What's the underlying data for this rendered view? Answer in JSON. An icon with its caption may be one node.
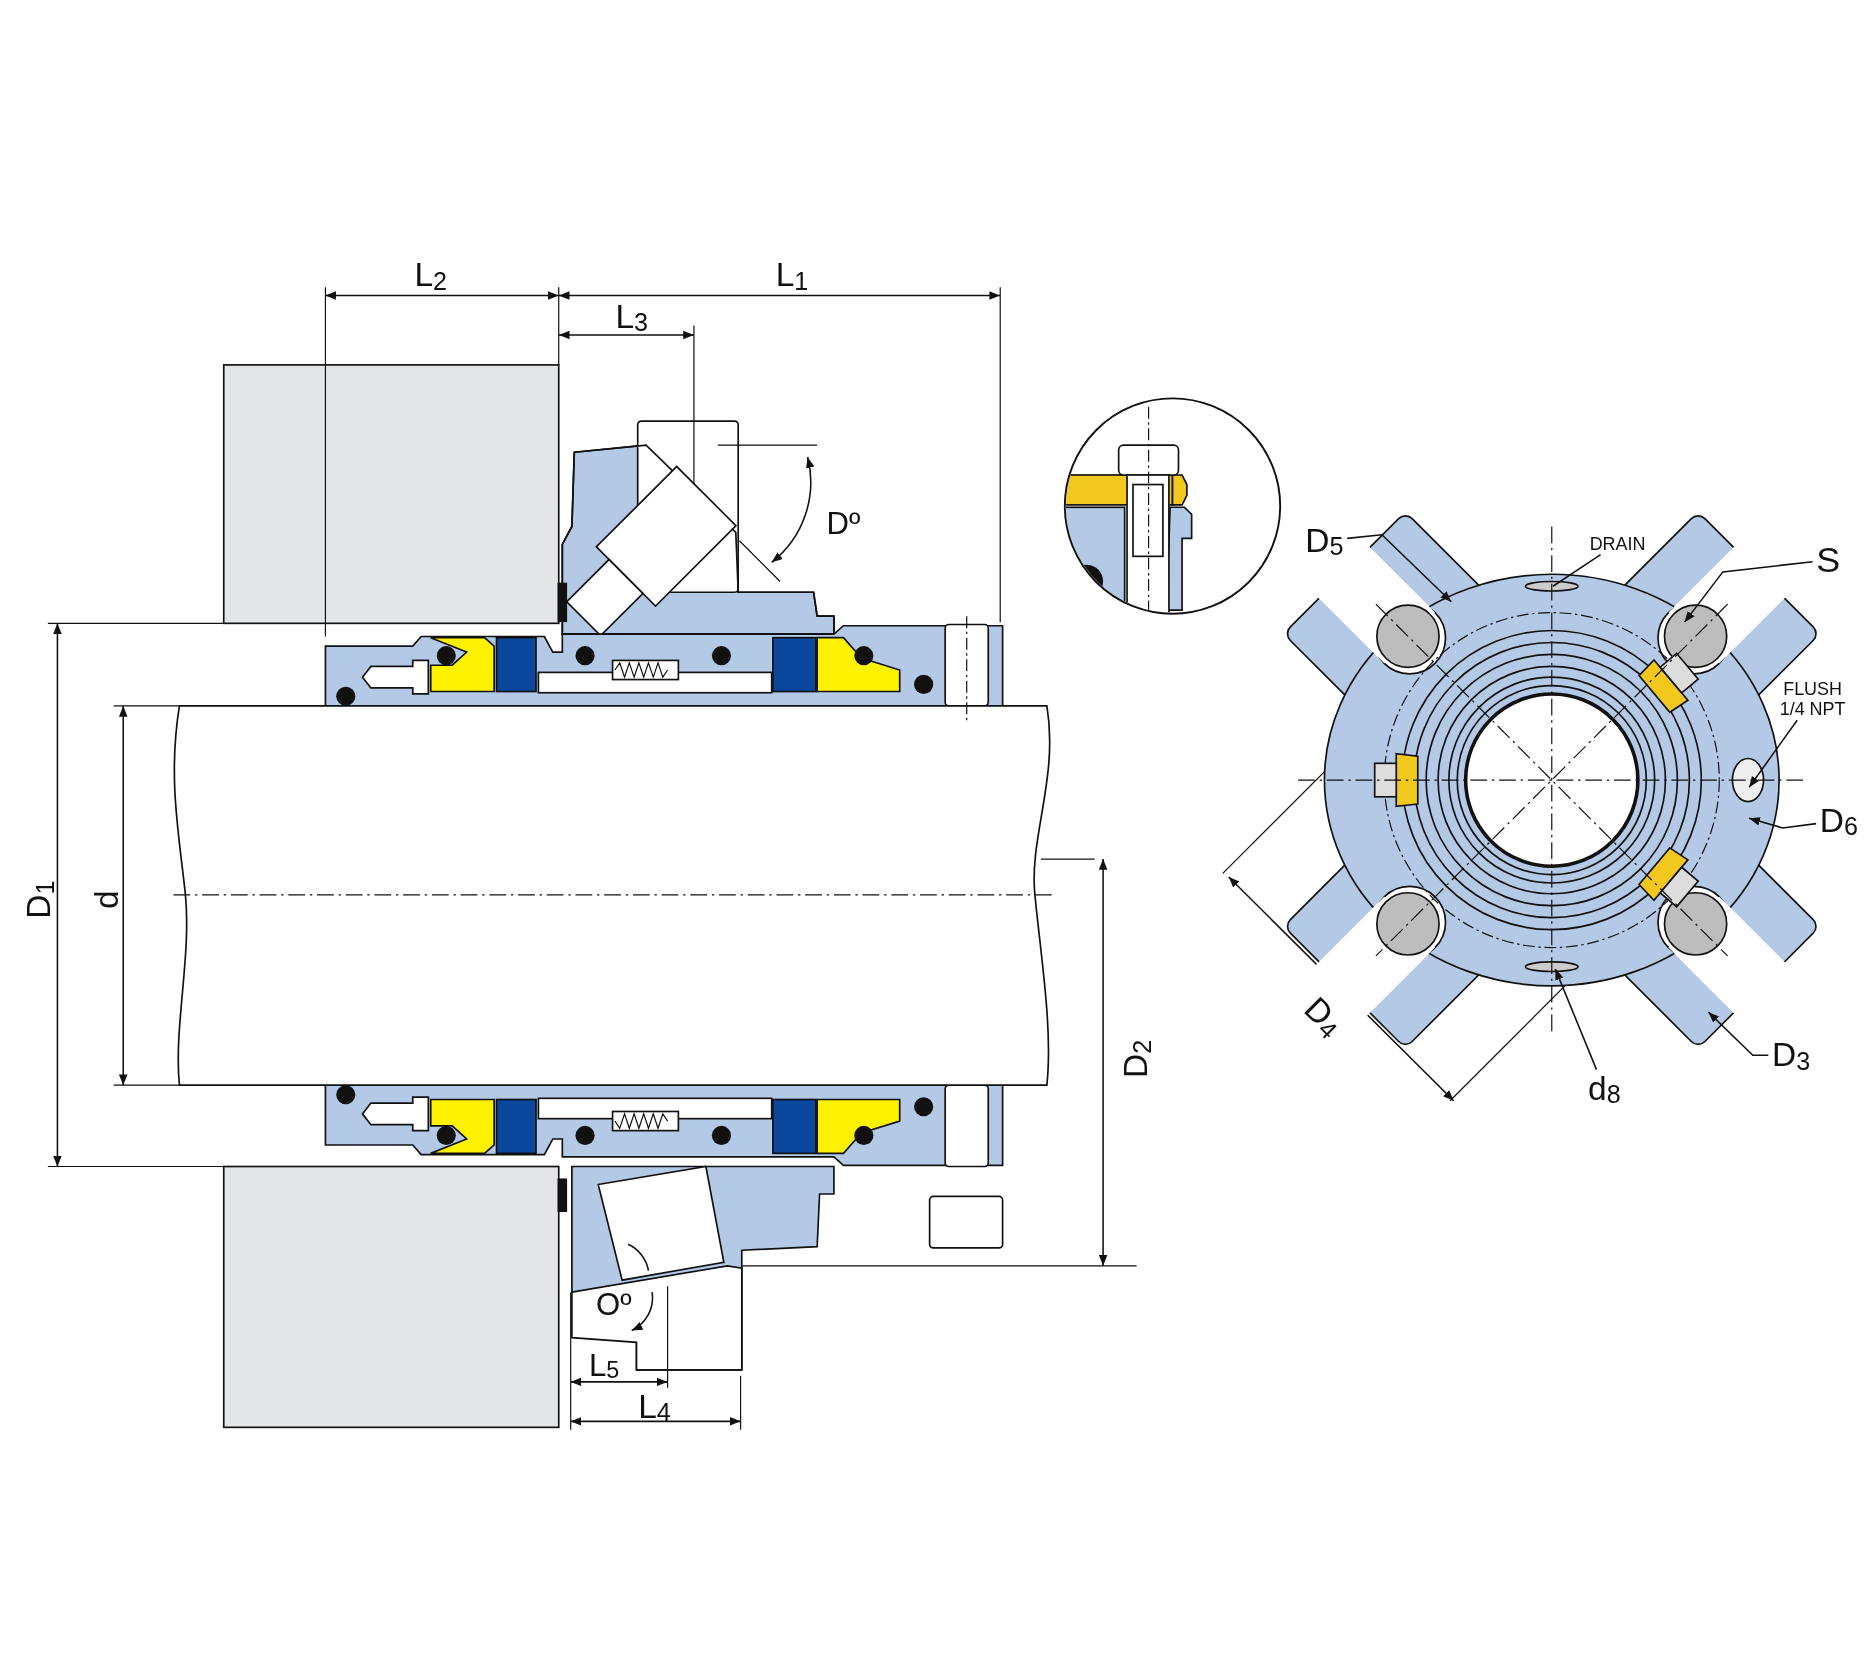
{
  "diagram": {
    "nodes": [
      {
        "text": [
          "D$_{5}$"
        ]
      },
      {
        "text": [
          "DRAIN"
        ]
      },
      {
        "text": [
          "S"
        ]
      },
      {
        "text": [
          "FLUSH 1/4 NPT"
        ]
      },
      {
        "text": [
          "D$_{6}$"
        ]
      },
      {
        "text": [
          "D$_{3}$"
        ]
      },
      {
        "text": [
          "d$_{8}$"
        ]
      }
    ],
    "edges": [
      {
        "from": 0,
        "to": null,
        "arrow": "to"
      },
      {
        "from": 1,
        "to": null,
        "arrow": "none"
      },
      {
        "from": 2,
        "to": null,
        "arrow": "to"
      },
      {
        "from": 3,
        "to": null,
        "arrow": "to"
      },
      {
        "from": 4,
        "to": null,
        "arrow": "to"
      },
      {
        "from": 5,
        "to": null,
        "arrow": "to"
      },
      {
        "from": 6,
        "to": null,
        "arrow": "to"
      }
    ],
    "labels": [
      "L$_{2}$",
      "L$_{1}$",
      "L$_{3}$",
      "Dº",
      "D$_{1}$",
      "d",
      "D$_{2}$",
      "Oº",
      "L$_{5}$",
      "L$_{4}$",
      "D$_{4}$"
    ]
  }
}
